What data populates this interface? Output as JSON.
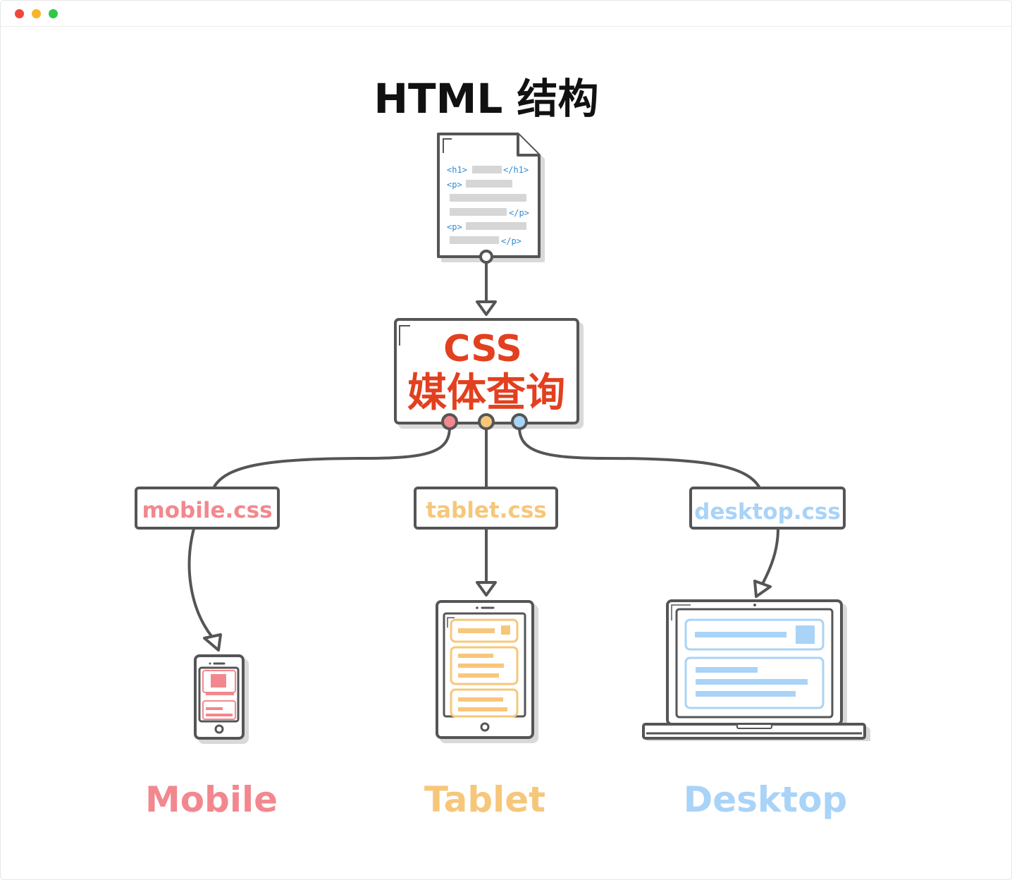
{
  "title": "HTML 结构",
  "html_doc": {
    "lines": [
      {
        "open": "<h1>",
        "close": "</h1>"
      },
      {
        "open": "<p>",
        "close": ""
      },
      {
        "open": "",
        "close": ""
      },
      {
        "open": "",
        "close": "</p>"
      },
      {
        "open": "<p>",
        "close": ""
      },
      {
        "open": "",
        "close": "</p>"
      }
    ]
  },
  "css_box": {
    "line1": "CSS",
    "line2": "媒体查询"
  },
  "files": {
    "mobile": "mobile.css",
    "tablet": "tablet.css",
    "desktop": "desktop.css"
  },
  "devices": {
    "mobile": "Mobile",
    "tablet": "Tablet",
    "desktop": "Desktop"
  },
  "colors": {
    "outline": "#555555",
    "mobile": "#f2888e",
    "tablet": "#f6c77a",
    "desktop": "#a9d3f7",
    "accent": "#e2401f",
    "window_close": "#f0473a",
    "window_min": "#f7b52a",
    "window_max": "#2fc84a"
  }
}
